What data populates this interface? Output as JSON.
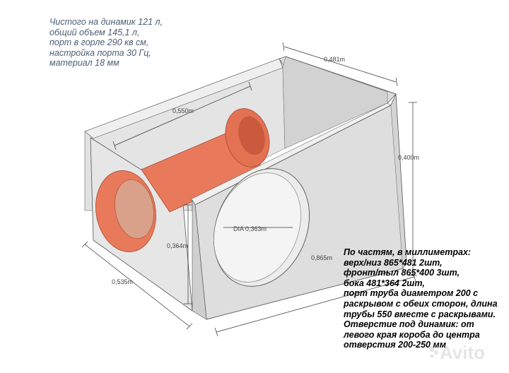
{
  "notes_top": [
    "Чистого на динамик 121 л,",
    "общий объем 145,1 л,",
    "порт в горле 290 кв см,",
    "настройка порта 30 Гц,",
    "материал 18 мм"
  ],
  "notes_bottom": [
    "По частям, в миллиметрах:",
    "верх/низ 865*481 2шт,",
    "фронт/тыл 865*400 3шт,",
    "бока 481*364 2шт,",
    "порт труба диаметром 200 с",
    "раскрывом с обеих сторон, длина",
    "трубы 550 вместе с раскрывами.",
    "Отверстие под динамик: от",
    "левого края короба до центра",
    "отверстия 200-250 мм"
  ],
  "dimensions": {
    "depth_top": "0,481m",
    "port_length": "0,550m",
    "height": "0,400m",
    "inner_height": "0,364m",
    "hole_diameter": "DIA 0,363m",
    "length": "0,865m",
    "width": "0,535m"
  },
  "colors": {
    "panel_light": "#e9e9e9",
    "panel_mid": "#dadada",
    "panel_dark": "#c8c8c8",
    "port_orange": "#e8795a",
    "port_dark": "#c95a3e",
    "edge": "#555555"
  },
  "watermark": "Avito"
}
